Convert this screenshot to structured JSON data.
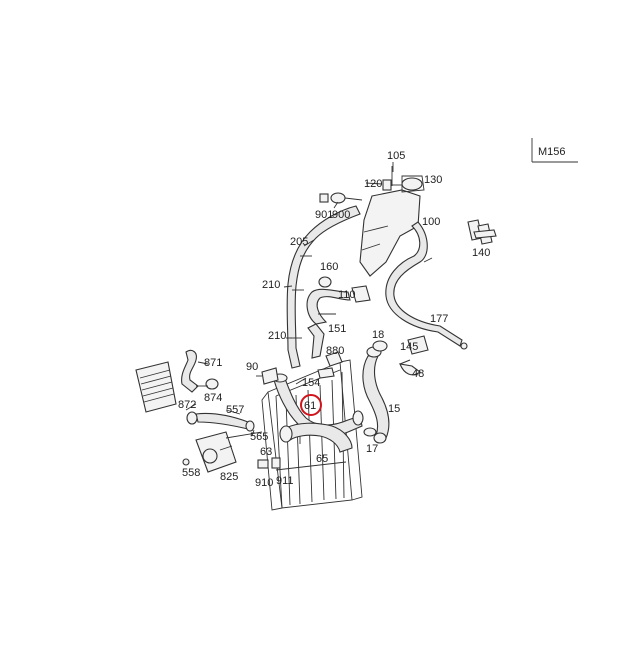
{
  "model_code": "M156",
  "highlight_color": "#d0141c",
  "highlighted_part": "61",
  "parts": [
    "105",
    "120",
    "130",
    "901",
    "900",
    "100",
    "140",
    "205",
    "160",
    "210",
    "110",
    "177",
    "151",
    "210",
    "880",
    "18",
    "145",
    "90",
    "871",
    "154",
    "48",
    "61",
    "15",
    "557",
    "872",
    "874",
    "565",
    "63",
    "65",
    "17",
    "558",
    "825",
    "910",
    "911"
  ]
}
